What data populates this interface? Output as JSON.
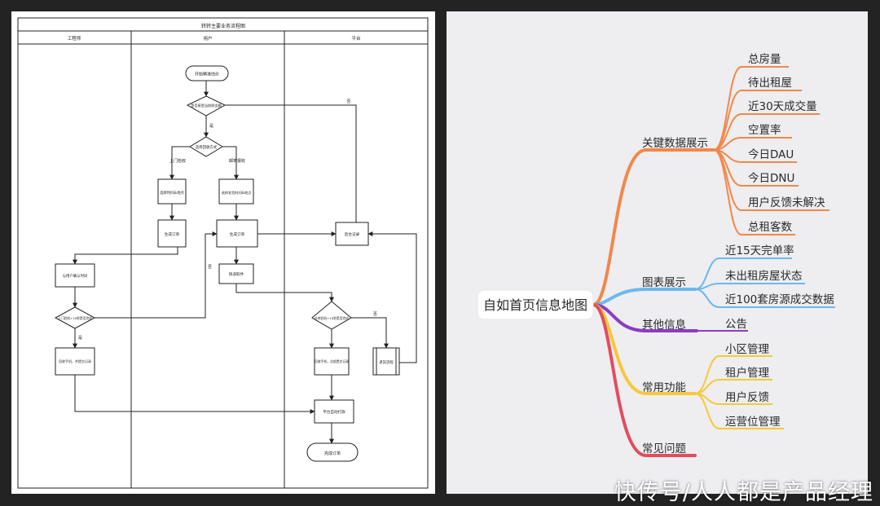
{
  "flowchart": {
    "title": "转转主要业务流程图",
    "lanes": [
      "工程师",
      "用户",
      "平台"
    ],
    "nodes": {
      "start": "开始精准估价",
      "decision_accept": "是否接受当前收金额",
      "decision_method": "选择回收方式",
      "branch_door": "上门检收",
      "branch_mail": "邮寄报收",
      "choose_time_place": "选择时间&地点",
      "choose_ship_time_place": "选择发货时间&地点",
      "gen_order_left": "生成订单",
      "gen_order_mid": "生成订单",
      "backend_record": "后台记录",
      "confirm_time": "与用户确认时间",
      "express": "快递取件",
      "decision_door_inspect": "上门验机+10秒是否完成",
      "decision_inspect": "仓库验机+10秒是否完成",
      "recycle_left": "回收手机，并提交记录",
      "recycle_right": "回收手机，总部提交记录",
      "return_flow": "退货流程",
      "auto_pay": "平台自动打款",
      "finish": "完成订单"
    },
    "edge_labels": {
      "yes": "是",
      "no": "否"
    }
  },
  "mindmap": {
    "root": "自如首页信息地图",
    "branches": [
      {
        "label": "关键数据展示",
        "color": "#f0884a",
        "children": [
          "总房量",
          "待出租屋",
          "近30天成交量",
          "空置率",
          "今日DAU",
          "今日DNU",
          "用户反馈未解决",
          "总租客数"
        ]
      },
      {
        "label": "图表展示",
        "color": "#6cb8ee",
        "children": [
          "近15天完单率",
          "未出租房屋状态",
          "近100套房源成交数据"
        ]
      },
      {
        "label": "其他信息",
        "color": "#8a3dc4",
        "children": [
          "公告"
        ]
      },
      {
        "label": "常用功能",
        "color": "#f7c83a",
        "children": [
          "小区管理",
          "租户管理",
          "用户反馈",
          "运营位管理"
        ]
      },
      {
        "label": "常见问题",
        "color": "#e04e5e",
        "children": []
      }
    ]
  },
  "watermark": "快传号/人人都是产品经理"
}
